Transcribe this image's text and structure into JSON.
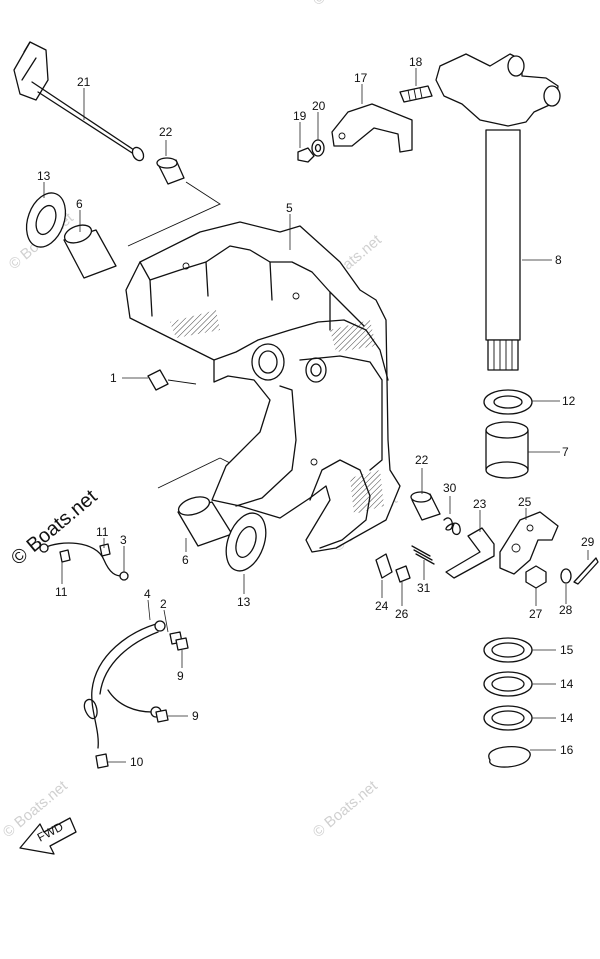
{
  "diagram": {
    "labels": [
      "1",
      "2",
      "3",
      "4",
      "5",
      "6",
      "7",
      "8",
      "9",
      "10",
      "11",
      "12",
      "13",
      "14",
      "15",
      "16",
      "17",
      "18",
      "19",
      "20",
      "21",
      "22",
      "23",
      "24",
      "25",
      "26",
      "27",
      "28",
      "29",
      "30",
      "31"
    ],
    "watermark_text": "© Boats.net",
    "fwd_text": "FWD"
  },
  "colors": {
    "ink": "#111111",
    "watermark": "#d0d0d0",
    "background": "#ffffff"
  }
}
